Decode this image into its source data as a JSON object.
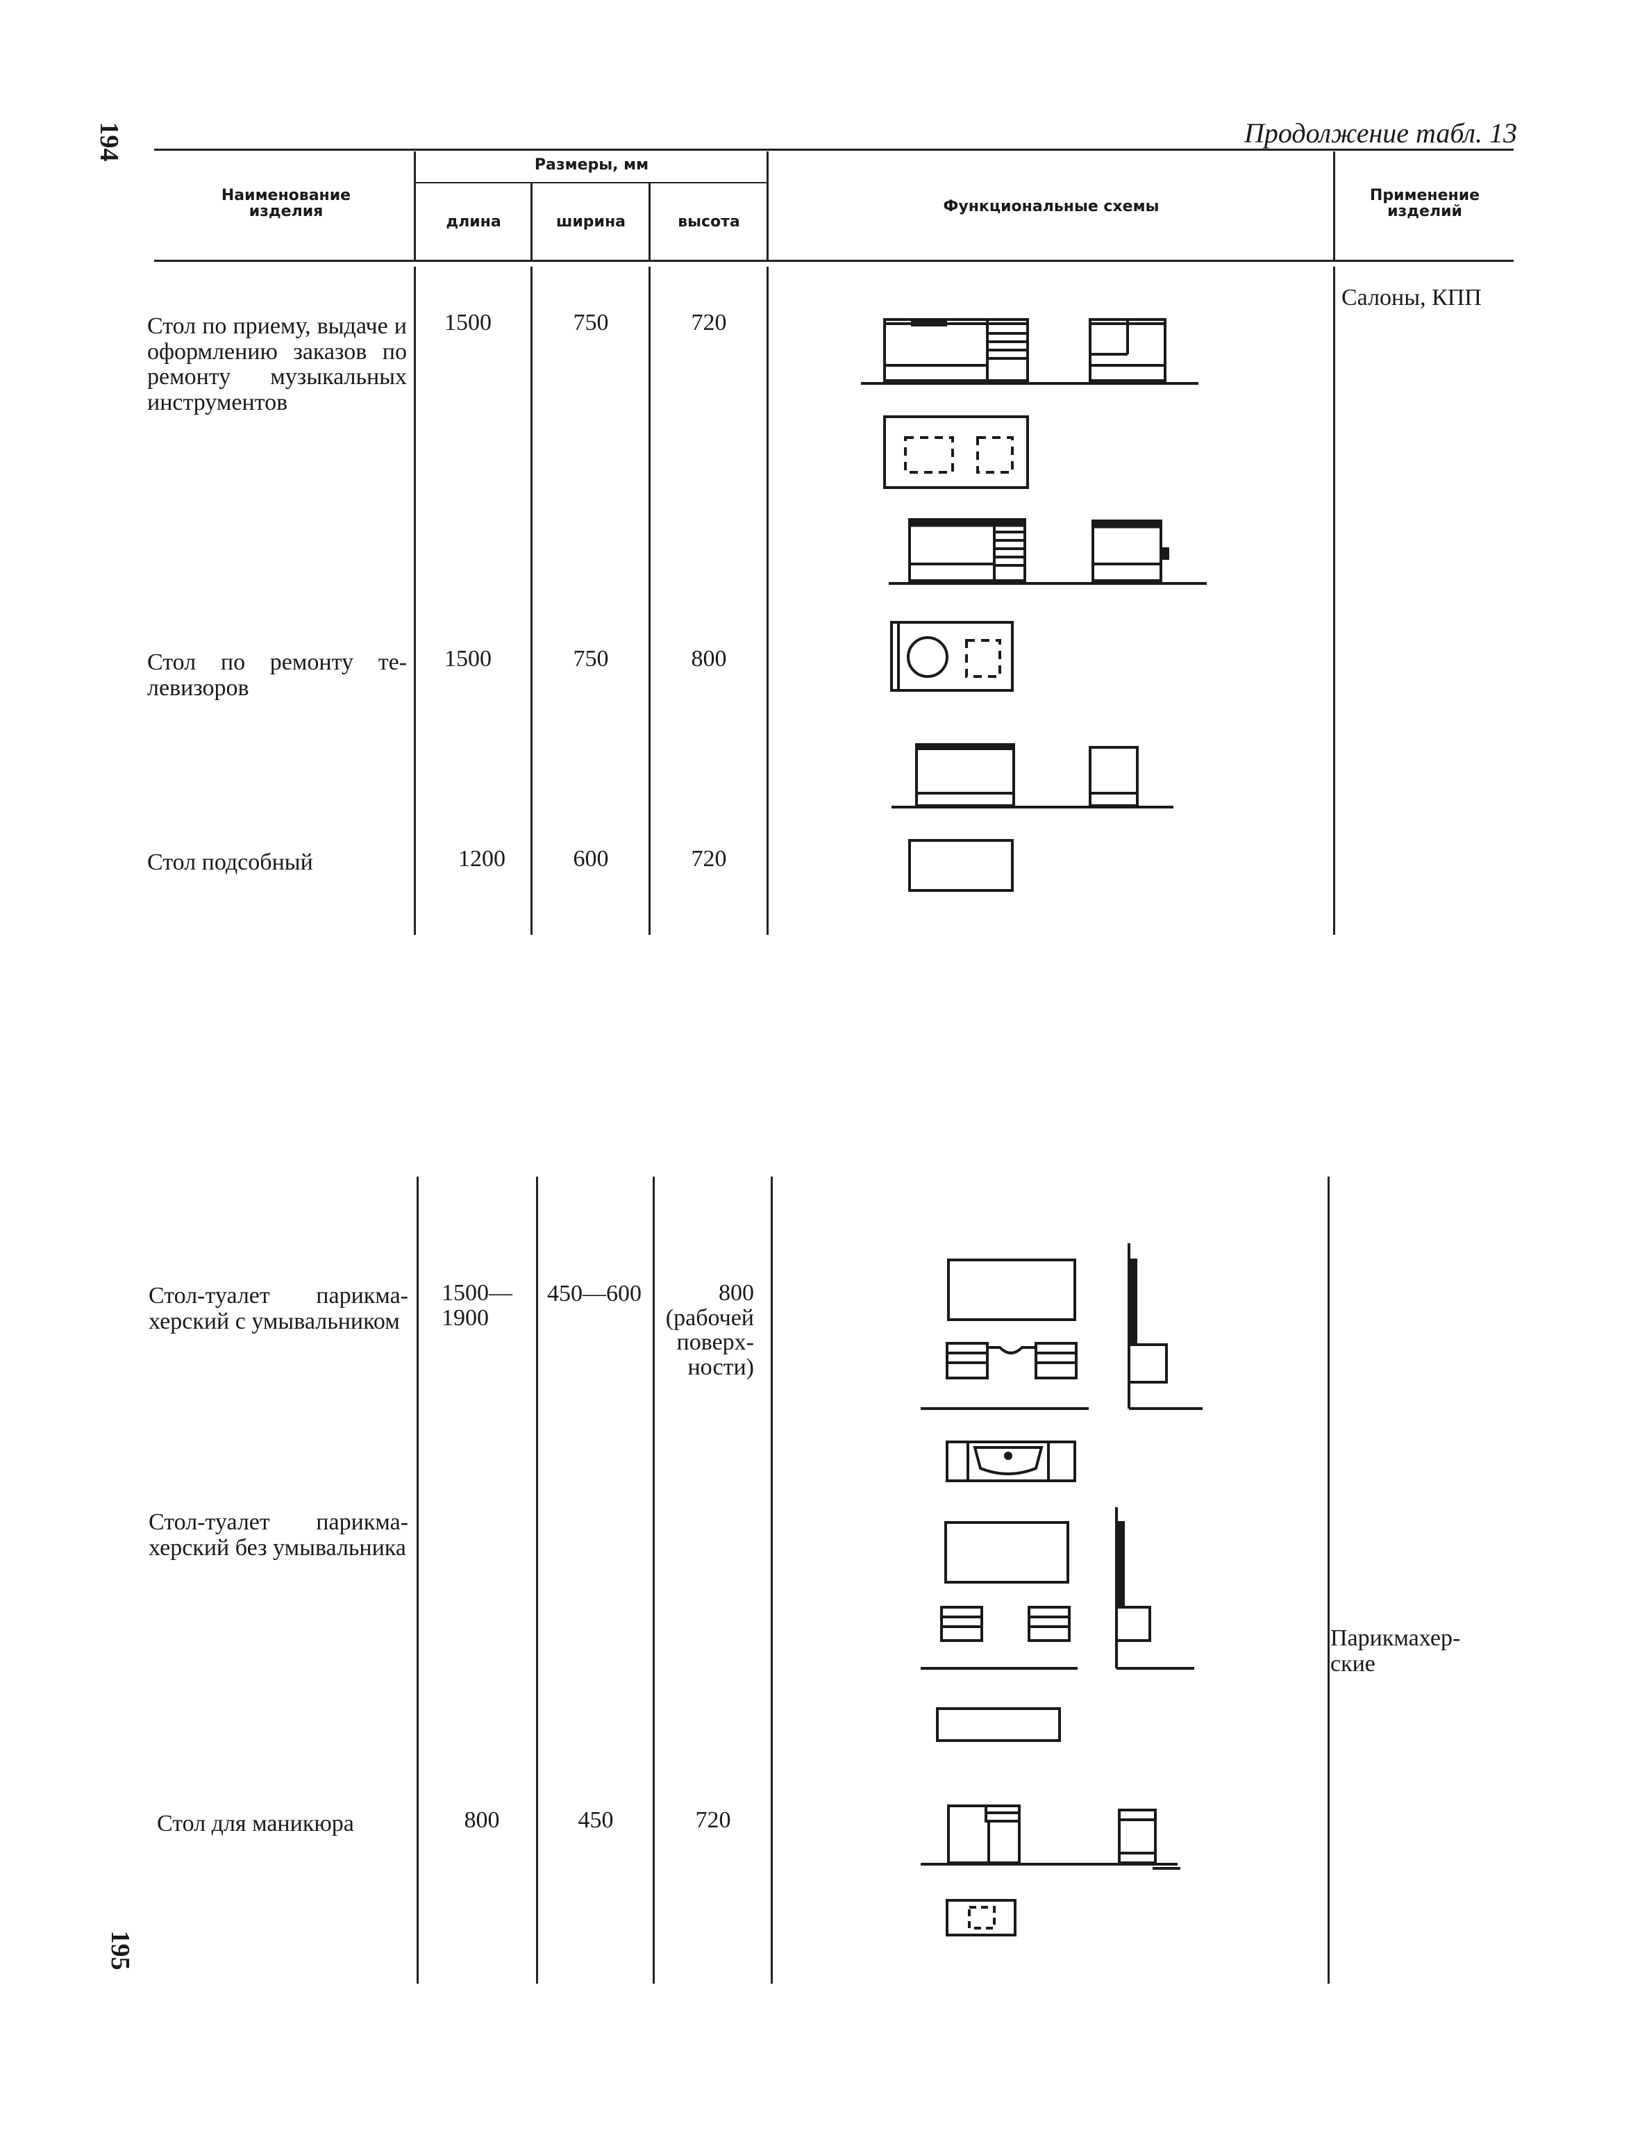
{
  "page": {
    "page_number_top": "194",
    "page_number_bottom": "195",
    "continuation_label": "Продолжение табл. 13"
  },
  "header": {
    "name_col": "Наименование изделия",
    "sizes_group": "Размеры, мм",
    "length": "длина",
    "width": "ширина",
    "height": "высота",
    "schemes": "Функциональные схемы",
    "application": "Применение изделий"
  },
  "upper_rows": [
    {
      "name": "Стол по приему, вы­даче и оформлению заказов по ремонту музыкальных инстру­ментов",
      "length": "1500",
      "width": "750",
      "height": "720",
      "application": "Салоны, КПП"
    },
    {
      "name": "Стол по ремонту те­левизоров",
      "length": "1500",
      "width": "750",
      "height": "800"
    },
    {
      "name": "Стол подсобный",
      "length": "1200",
      "width": "600",
      "height": "720"
    }
  ],
  "lower_rows": [
    {
      "name": "Стол-туалет парикма­херский с умывальни­ком",
      "length": "1500—1900",
      "width": "450—600",
      "height": "800 (рабочей поверх­ности)"
    },
    {
      "name": "Стол-туалет парикма­херский без умываль­ника"
    },
    {
      "name": "Стол для маникюра",
      "length": "800",
      "width": "450",
      "height": "720"
    }
  ],
  "lower_application": "Парикмахер­ские",
  "schemes": [
    {
      "id": "reception-desk",
      "icon": "desk-front-side-plan"
    },
    {
      "id": "tv-repair-desk",
      "icon": "desk-with-drawers-and-circle-plan"
    },
    {
      "id": "utility-table",
      "icon": "simple-table-elevation-plan"
    },
    {
      "id": "vanity-with-sink",
      "icon": "vanity-with-sink-plan"
    },
    {
      "id": "vanity-without-sink",
      "icon": "vanity-plan"
    },
    {
      "id": "manicure-table",
      "icon": "manicure-table-plan"
    }
  ]
}
